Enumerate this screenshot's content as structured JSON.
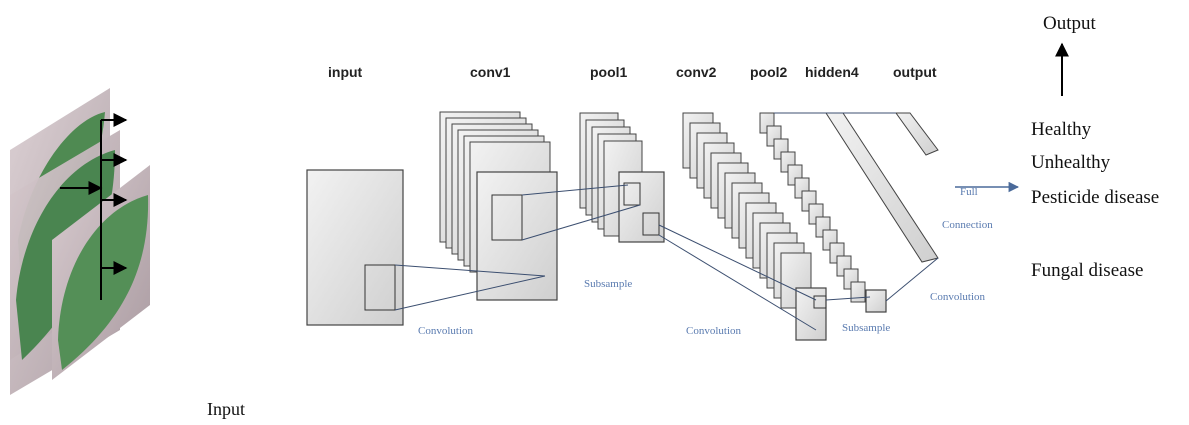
{
  "diagram": {
    "layer_labels": {
      "input": "input",
      "conv1": "conv1",
      "pool1": "pool1",
      "conv2": "conv2",
      "pool2": "pool2",
      "hidden4": "hidden4",
      "output": "output"
    },
    "operation_labels": {
      "convolution_1": "Convolution",
      "subsample_1": "Subsample",
      "convolution_2": "Convolution",
      "subsample_2": "Subsample",
      "full_connection_line1": "Full",
      "full_connection_line2": "Connection",
      "convolution_3": "Convolution"
    },
    "input_caption": "Input",
    "output_caption": "Output",
    "classes": [
      "Healthy",
      "Unhealthy",
      "Pesticide disease",
      "Fungal disease"
    ],
    "colors": {
      "leaf": "#4f8a52",
      "layer_fill": "#e2e2e2",
      "layer_edge": "#444444",
      "connector": "#4a6a9a",
      "note_text": "#5a7bb0"
    }
  }
}
